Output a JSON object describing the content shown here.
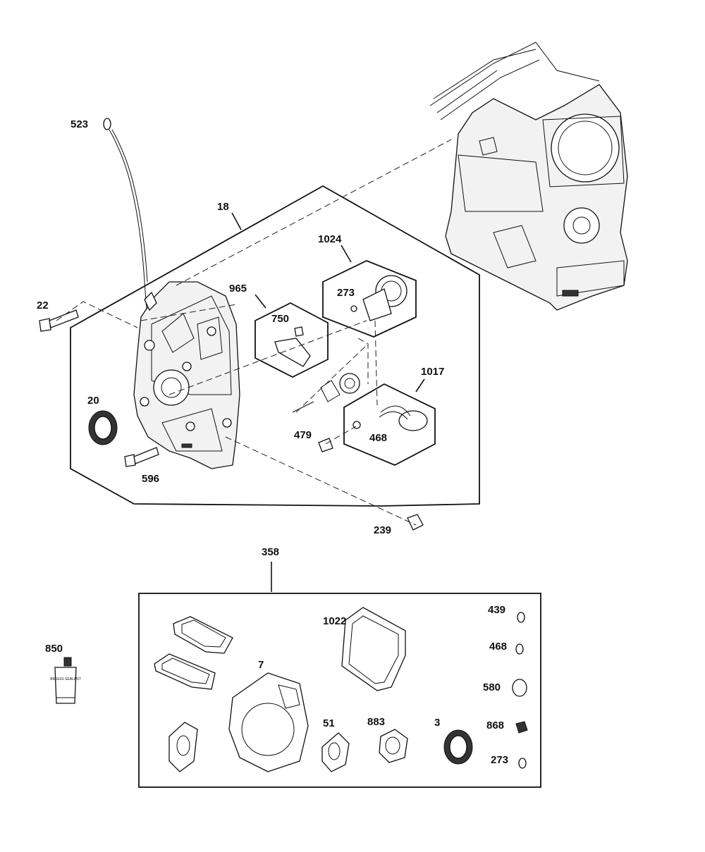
{
  "labels": {
    "l523": "523",
    "l18": "18",
    "l1024": "1024",
    "l273a": "273",
    "l965": "965",
    "l750": "750",
    "l22": "22",
    "l20": "20",
    "l1017": "1017",
    "l479": "479",
    "l468a": "468",
    "l596": "596",
    "l239": "239",
    "l358": "358",
    "l850": "850",
    "l1022": "1022",
    "l7": "7",
    "l439": "439",
    "l468b": "468",
    "l580": "580",
    "l868": "868",
    "l273b": "273",
    "l51": "51",
    "l883": "883",
    "l3": "3"
  },
  "tube_text": "BRIGGS SEALANT"
}
